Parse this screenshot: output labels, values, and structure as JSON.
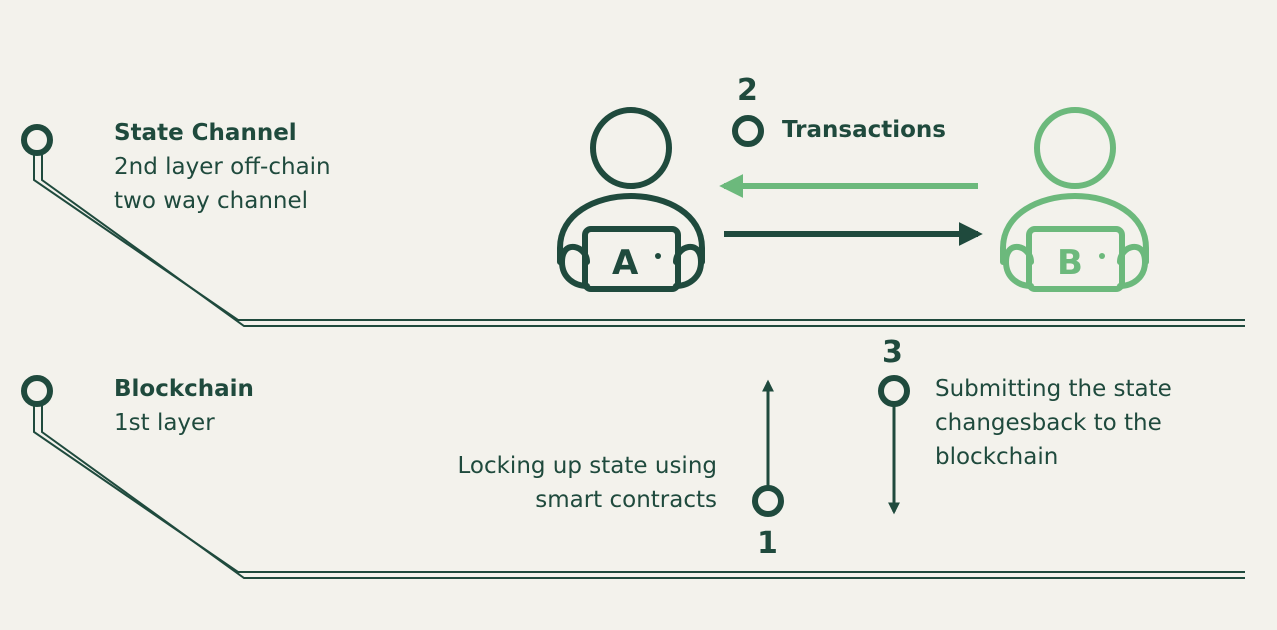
{
  "colors": {
    "background": "#f3f2ec",
    "dark_green": "#1f4a3d",
    "light_green": "#6cb97c"
  },
  "state_channel": {
    "title": "State Channel",
    "line1": "2nd layer off-chain",
    "line2": "two way channel"
  },
  "blockchain": {
    "title": "Blockchain",
    "line1": "1st layer"
  },
  "steps": {
    "step1": {
      "number": "1",
      "line1": "Locking up state using",
      "line2": "smart contracts"
    },
    "step2": {
      "number": "2",
      "label": "Transactions"
    },
    "step3": {
      "number": "3",
      "line1": "Submitting the state",
      "line2": "changesback to the",
      "line3": "blockchain"
    }
  },
  "users": {
    "a": {
      "label": "A"
    },
    "b": {
      "label": "B"
    }
  }
}
